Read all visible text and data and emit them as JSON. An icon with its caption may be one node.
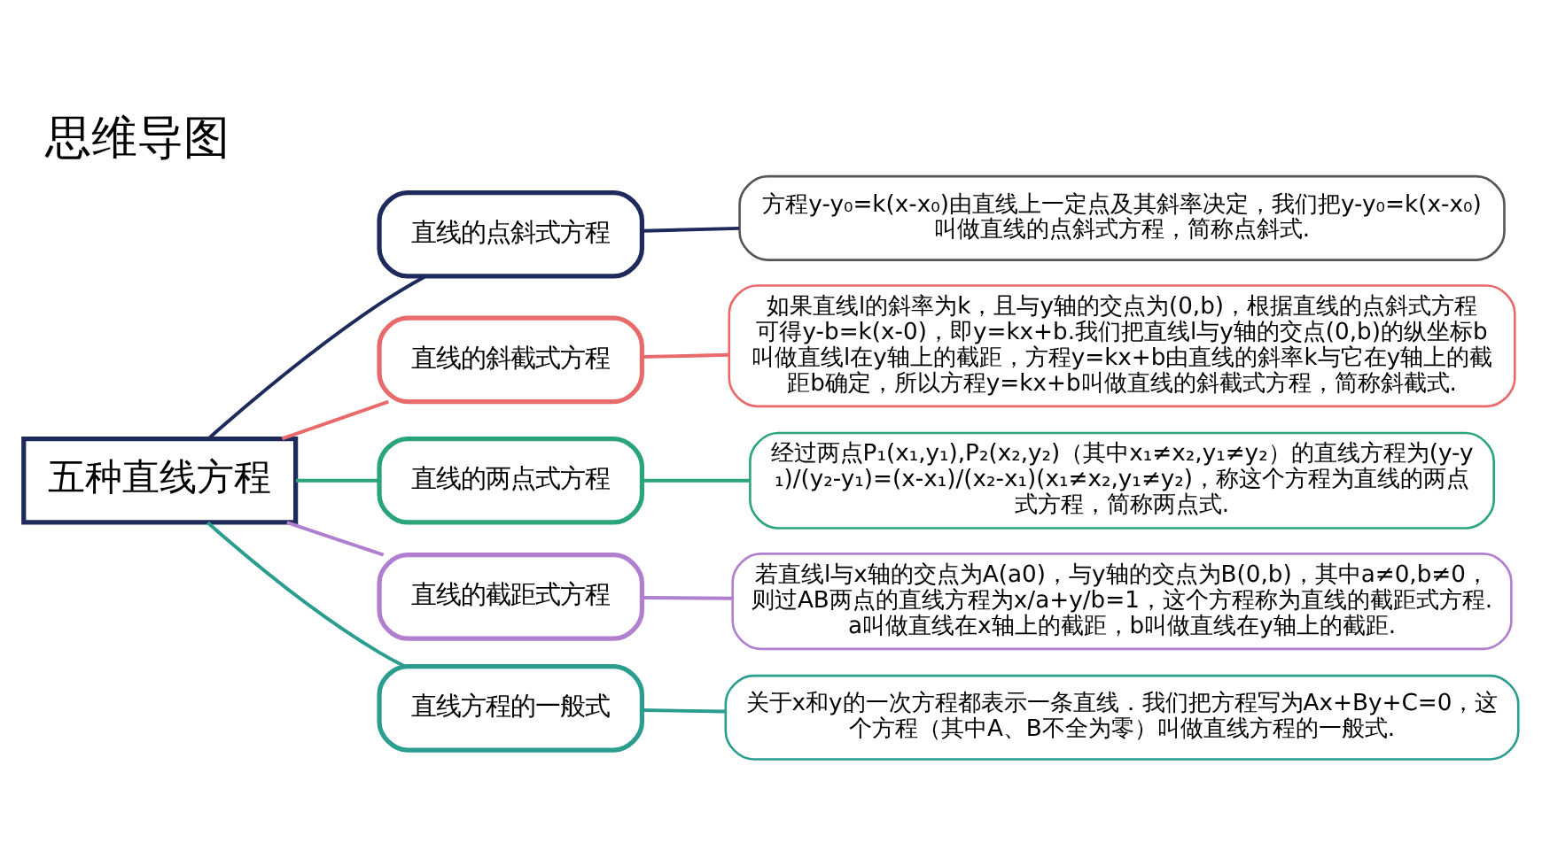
{
  "diagram": {
    "title": "思维导图",
    "nodes": [
      {
        "text": [
          "五种直线方程"
        ]
      },
      {
        "text": [
          "直线的点斜式方程"
        ]
      },
      {
        "text": [
          "直线的斜截式方程"
        ]
      },
      {
        "text": [
          "直线的两点式方程"
        ]
      },
      {
        "text": [
          "直线的截距式方程"
        ]
      },
      {
        "text": [
          "直线方程的一般式"
        ]
      },
      {
        "text": [
          "方程y-y₀=k(x-x₀)由直线上一定点及其斜率决定，我们把y-y₀=k(x-x₀)叫做直线的点斜式方程，简称点斜式."
        ]
      },
      {
        "text": [
          "如果直线l的斜率为k，且与y轴的交点为(0,b)，根据直线的点斜式方程可得y-b=k(x-0)，即y=kx+b.我们把直线l与y轴的交点(0,b)的纵坐标b叫做直线l在y轴上的截距，方程y=kx+b由直线的斜率k与它在y轴上的截距b确定，所以方程y=kx+b叫做直线的斜截式方程，简称斜截式."
        ]
      },
      {
        "text": [
          "经过两点P₁(x₁,y₁),P₂(x₂,y₂)（其中x₁≠x₂,y₁≠y₂）的直线方程为(y-y₁)/(y₂-y₁)=(x-x₁)/(x₂-x₁)(x₁≠x₂,y₁≠y₂)，称这个方程为直线的两点式方程，简称两点式."
        ]
      },
      {
        "text": [
          "若直线l与x轴的交点为A(a0)，与y轴的交点为B(0,b)，其中a≠0,b≠0，则过AB两点的直线方程为x/a+y/b=1，这个方程称为直线的截距式方程.a叫做直线在x轴上的截距，b叫做直线在y轴上的截距."
        ]
      },
      {
        "text": [
          "关于x和y的一次方程都表示一条直线．我们把方程写为Ax+By+C=0，这个方程（其中A、B不全为零）叫做直线方程的一般式."
        ]
      }
    ],
    "edges": [
      {
        "from": 0,
        "to": 1,
        "arrow": "none",
        "color": "#1f2a5c"
      },
      {
        "from": 0,
        "to": 2,
        "arrow": "none",
        "color": "#e86a6a"
      },
      {
        "from": 0,
        "to": 3,
        "arrow": "none",
        "color": "#2aa57a"
      },
      {
        "from": 0,
        "to": 4,
        "arrow": "none",
        "color": "#b07fd0"
      },
      {
        "from": 0,
        "to": 5,
        "arrow": "none",
        "color": "#2a9d8f"
      },
      {
        "from": 1,
        "to": 6,
        "arrow": "none",
        "color": "#1f2a5c"
      },
      {
        "from": 2,
        "to": 7,
        "arrow": "none",
        "color": "#e86a6a"
      },
      {
        "from": 3,
        "to": 8,
        "arrow": "none",
        "color": "#2aa57a"
      },
      {
        "from": 4,
        "to": 9,
        "arrow": "none",
        "color": "#b07fd0"
      },
      {
        "from": 5,
        "to": 10,
        "arrow": "none",
        "color": "#2a9d8f"
      }
    ]
  }
}
